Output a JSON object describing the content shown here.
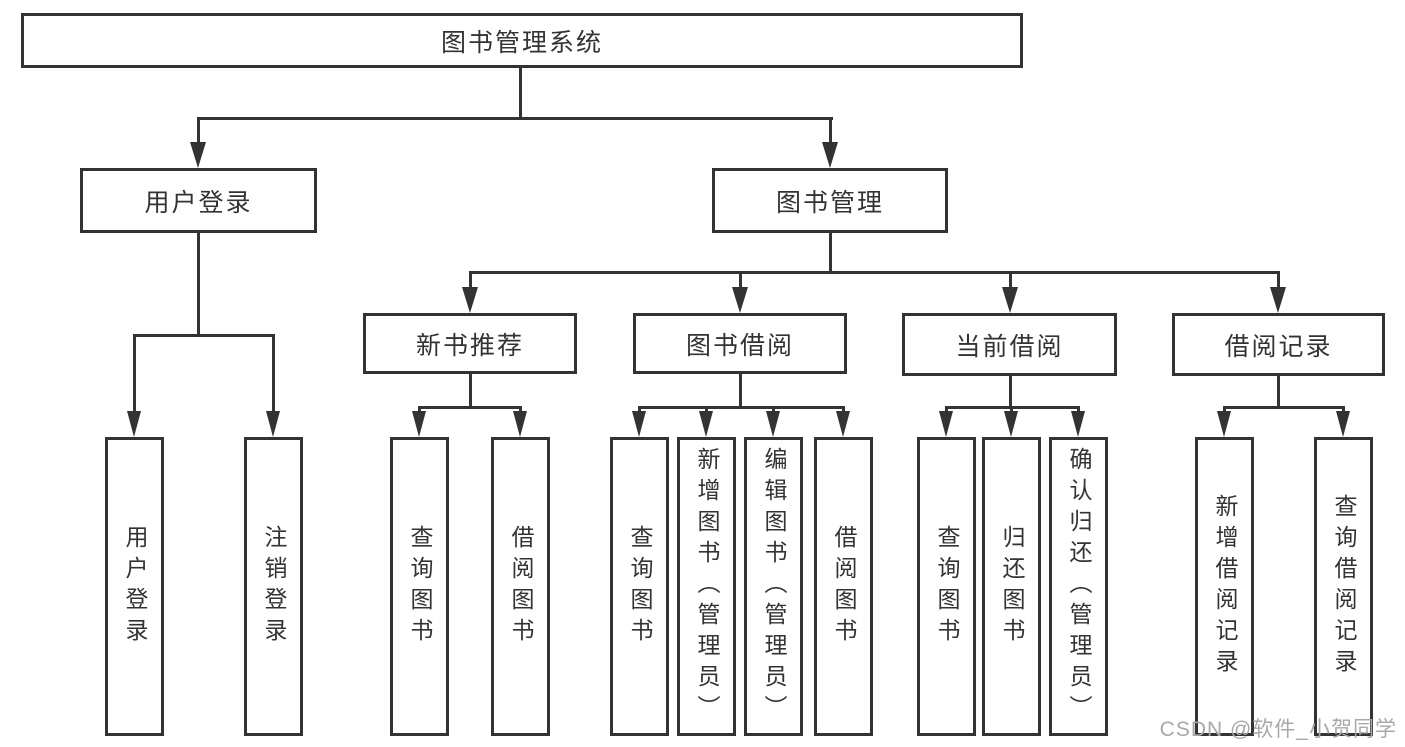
{
  "tree": {
    "label": "图书管理系统",
    "children": [
      {
        "label": "用户登录",
        "children": [
          {
            "label": "用户登录"
          },
          {
            "label": "注销登录"
          }
        ]
      },
      {
        "label": "图书管理",
        "children": [
          {
            "label": "新书推荐",
            "children": [
              {
                "label": "查询图书"
              },
              {
                "label": "借阅图书"
              }
            ]
          },
          {
            "label": "图书借阅",
            "children": [
              {
                "label": "查询图书"
              },
              {
                "label": "新增图书（管理员）"
              },
              {
                "label": "编辑图书（管理员）"
              },
              {
                "label": "借阅图书"
              }
            ]
          },
          {
            "label": "当前借阅",
            "children": [
              {
                "label": "查询图书"
              },
              {
                "label": "归还图书"
              },
              {
                "label": "确认归还（管理员）"
              }
            ]
          },
          {
            "label": "借阅记录",
            "children": [
              {
                "label": "新增借阅记录"
              },
              {
                "label": "查询借阅记录"
              }
            ]
          }
        ]
      }
    ]
  },
  "watermark": {
    "text": "CSDN @软件_小贺同学"
  },
  "colors": {
    "line": "#333333",
    "text": "#333333",
    "watermark": "#a8a8a8",
    "background": "#ffffff"
  }
}
